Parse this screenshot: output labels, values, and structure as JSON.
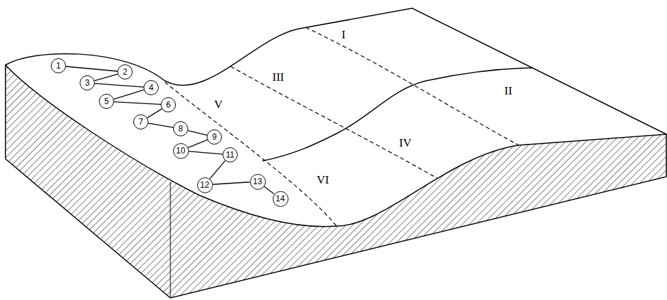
{
  "diagram": {
    "nodes": [
      {
        "text": [
          "1"
        ]
      },
      {
        "text": [
          "2"
        ]
      },
      {
        "text": [
          "3"
        ]
      },
      {
        "text": [
          "4"
        ]
      },
      {
        "text": [
          "5"
        ]
      },
      {
        "text": [
          "6"
        ]
      },
      {
        "text": [
          "7"
        ]
      },
      {
        "text": [
          "8"
        ]
      },
      {
        "text": [
          "9"
        ]
      },
      {
        "text": [
          "10"
        ]
      },
      {
        "text": [
          "11"
        ]
      },
      {
        "text": [
          "12"
        ]
      },
      {
        "text": [
          "13"
        ]
      },
      {
        "text": [
          "14"
        ]
      }
    ],
    "edges": [
      {
        "from": 0,
        "to": 1,
        "arrow": "none"
      },
      {
        "from": 1,
        "to": 2,
        "arrow": "none"
      },
      {
        "from": 2,
        "to": 3,
        "arrow": "none"
      },
      {
        "from": 3,
        "to": 4,
        "arrow": "none"
      },
      {
        "from": 4,
        "to": 5,
        "arrow": "none"
      },
      {
        "from": 5,
        "to": 6,
        "arrow": "none"
      },
      {
        "from": 6,
        "to": 7,
        "arrow": "none"
      },
      {
        "from": 7,
        "to": 8,
        "arrow": "none"
      },
      {
        "from": 8,
        "to": 9,
        "arrow": "none"
      },
      {
        "from": 9,
        "to": 10,
        "arrow": "none"
      },
      {
        "from": 10,
        "to": 11,
        "arrow": "none"
      },
      {
        "from": 11,
        "to": 12,
        "arrow": "none"
      },
      {
        "from": 12,
        "to": 13,
        "arrow": "none"
      }
    ],
    "labels": [
      "I",
      "III",
      "II",
      "V",
      "IV",
      "VI"
    ]
  }
}
